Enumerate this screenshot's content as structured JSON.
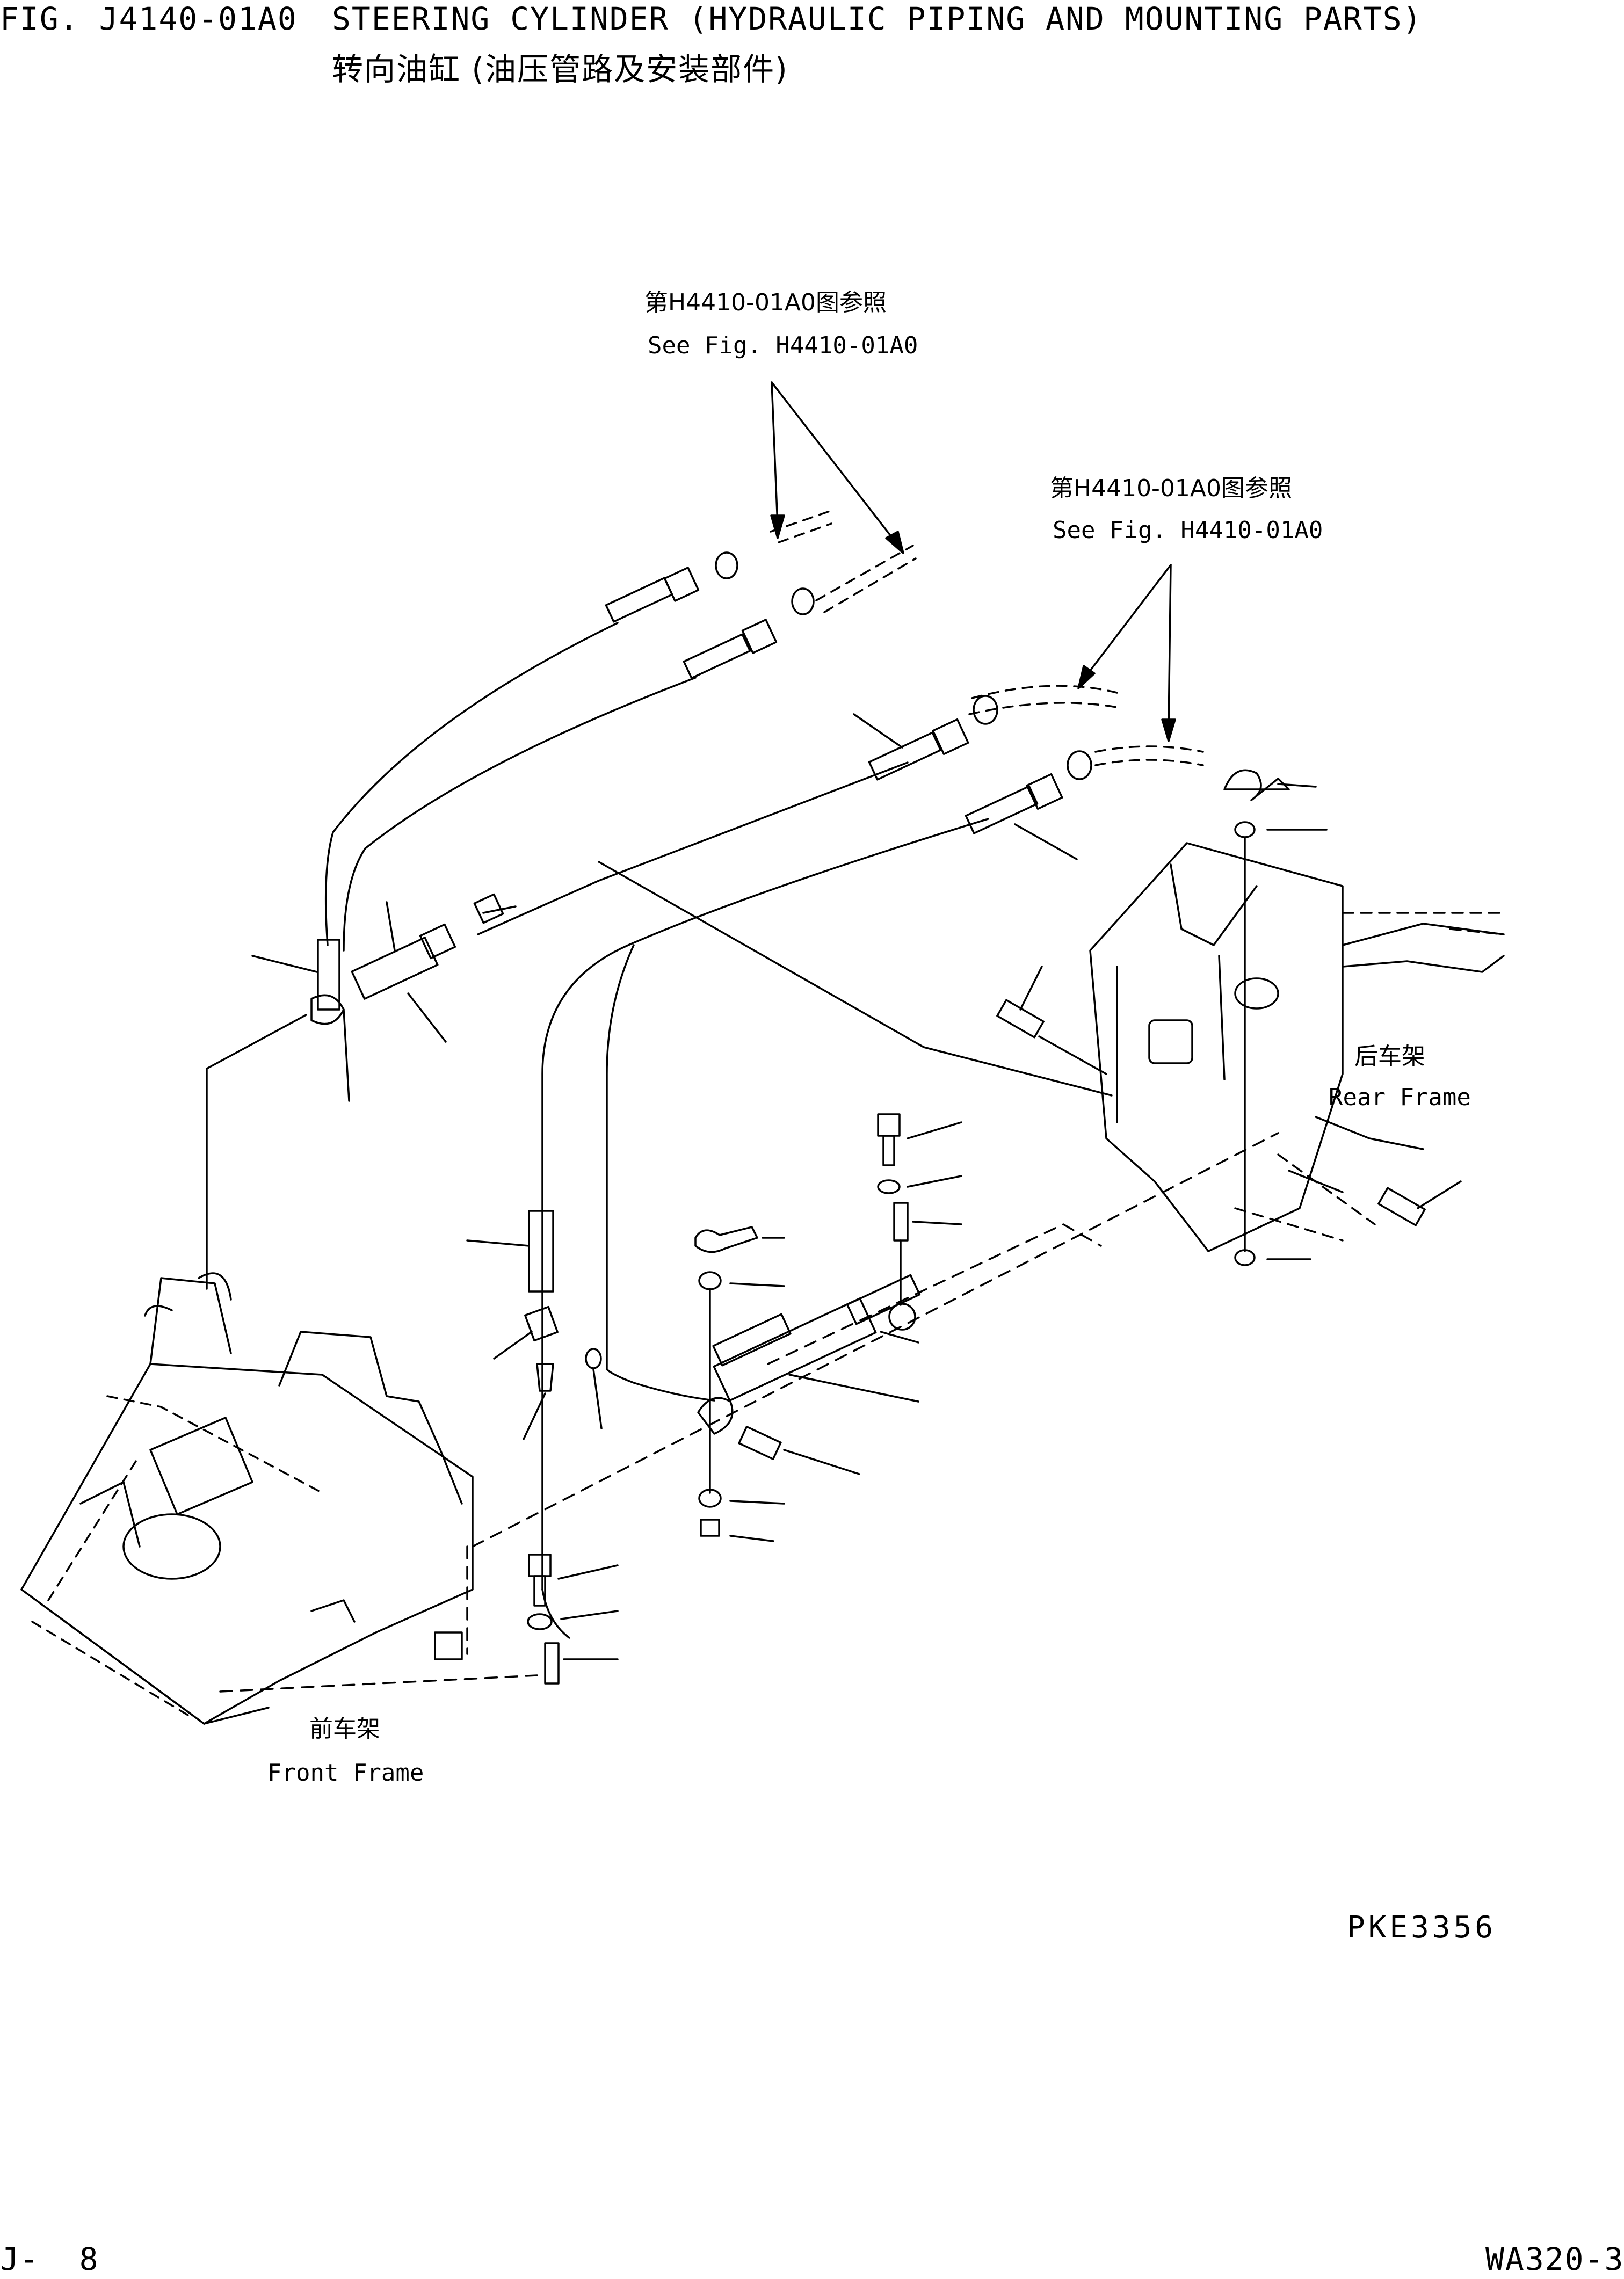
{
  "header": {
    "fig_code": "FIG. J4140-01A0",
    "title_en": "STEERING CYLINDER (HYDRAULIC PIPING AND MOUNTING PARTS)",
    "title_cn": "转向油缸 (油压管路及安装部件)"
  },
  "refs": [
    {
      "cn": "第H4410-01A0图参照",
      "en": "See Fig. H4410-01A0"
    },
    {
      "cn": "第H4410-01A0图参照",
      "en": "See Fig. H4410-01A0"
    }
  ],
  "frames": {
    "rear": {
      "cn": "后车架",
      "en": "Rear Frame"
    },
    "front": {
      "cn": "前车架",
      "en": "Front Frame"
    }
  },
  "drawing_code": "PKE3356",
  "footer": {
    "page": "J-  8",
    "model": "WA320-3"
  }
}
